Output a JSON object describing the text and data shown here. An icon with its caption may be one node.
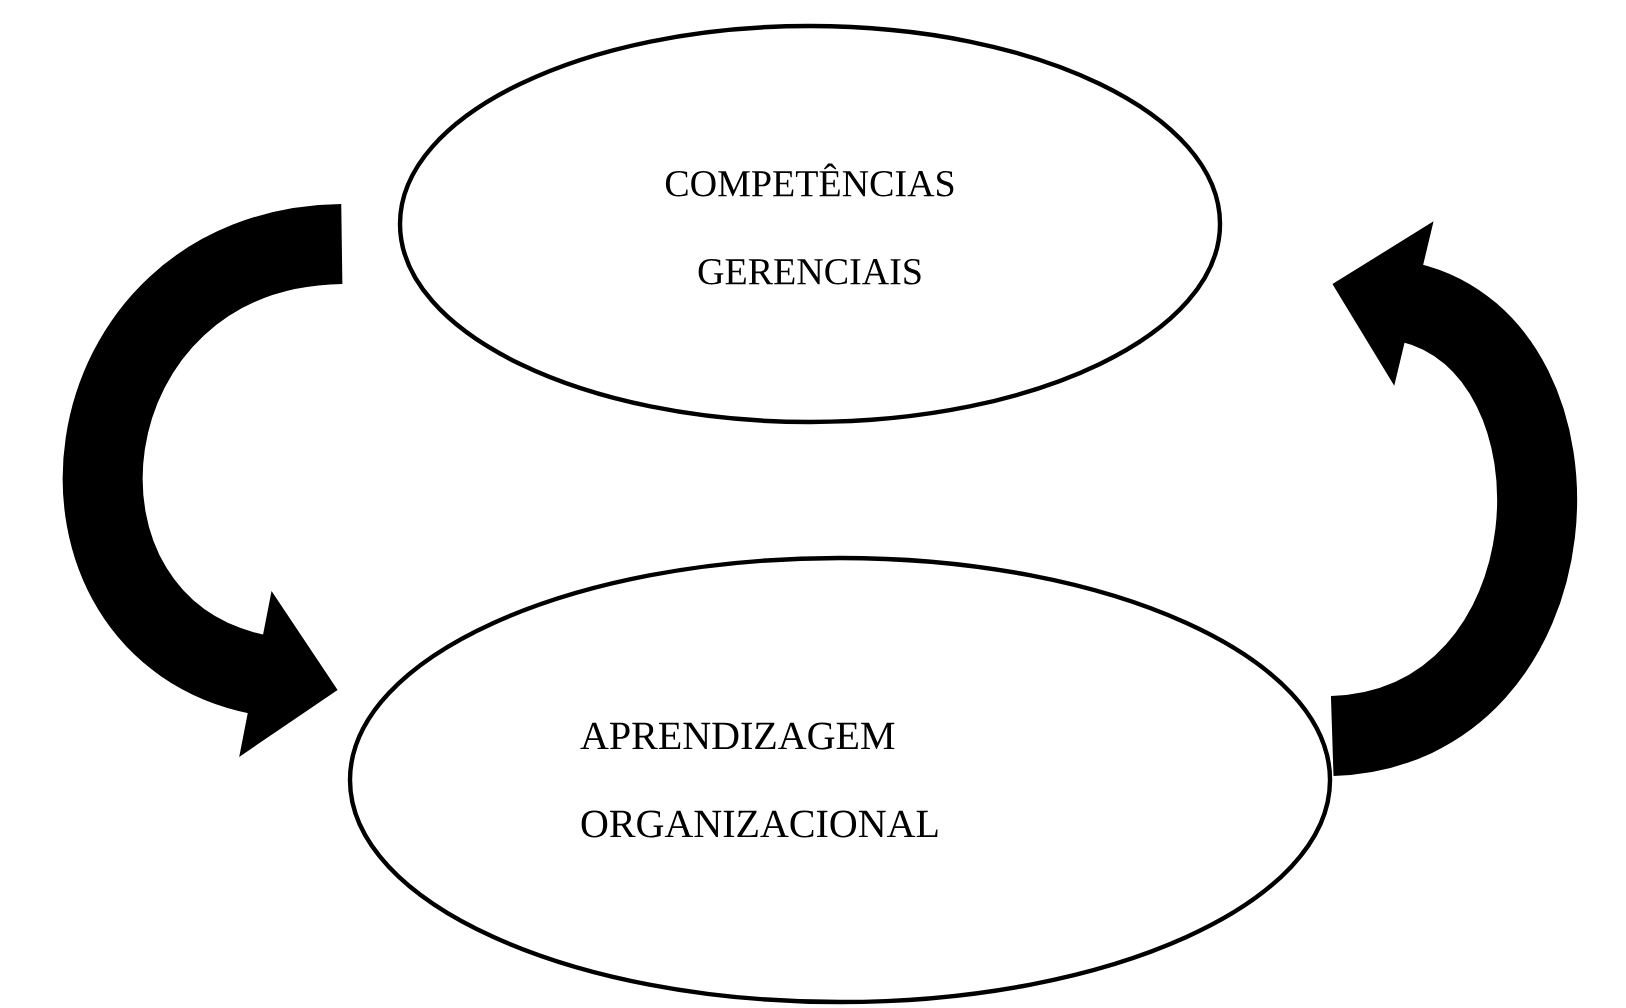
{
  "diagram": {
    "nodes": [
      {
        "text": [
          "COMPETÊNCIAS GERENCIAIS"
        ]
      },
      {
        "text": [
          "APRENDIZAGEM ORGANIZACIONAL"
        ]
      }
    ],
    "edges": [
      {
        "from": 0,
        "to": 1,
        "arrow": "to"
      },
      {
        "from": 1,
        "to": 0,
        "arrow": "to"
      }
    ]
  }
}
